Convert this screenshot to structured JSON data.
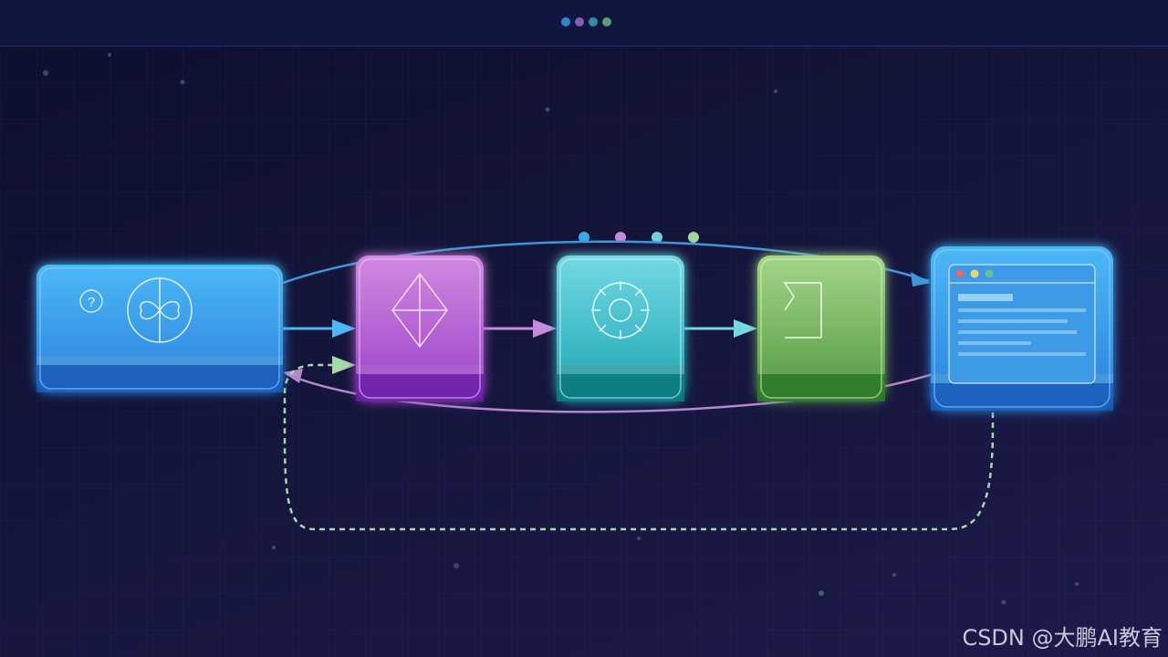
{
  "colors": {
    "background": "#141538",
    "topbar": "#0f1640",
    "blue": "#3aa8f0",
    "purple": "#b468d8",
    "cyan": "#3cc0cc",
    "green": "#6ab04c",
    "loop": "#a8d8a8"
  },
  "topbar": {
    "dots": [
      "#2f87c8",
      "#8a5ab0",
      "#3c8aa0",
      "#5e9a74"
    ]
  },
  "diagram": {
    "step_dots": [
      "#3aa8f0",
      "#c78ad8",
      "#6ed0de",
      "#a4d49a"
    ],
    "nodes": [
      {
        "id": "input",
        "icon": "infinity-question-icon",
        "color": "#3aa8f0"
      },
      {
        "id": "model",
        "icon": "diamond-icon",
        "color": "#b468d8"
      },
      {
        "id": "process",
        "icon": "gear-icon",
        "color": "#3cc0cc"
      },
      {
        "id": "sum",
        "icon": "sigma-icon",
        "color": "#6ab04c"
      },
      {
        "id": "output",
        "icon": "browser-window-icon",
        "color": "#3aa8f0"
      }
    ],
    "question_mark": "?"
  },
  "watermark": "CSDN @大鹏AI教育"
}
